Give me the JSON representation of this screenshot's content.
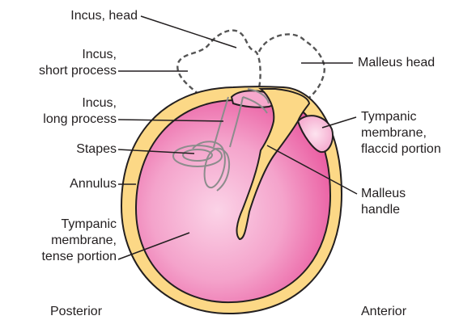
{
  "labels": {
    "incus_head": "Incus, head",
    "incus_short_process": "Incus,\nshort process",
    "incus_long_process": "Incus,\nlong process",
    "stapes": "Stapes",
    "annulus": "Annulus",
    "tympanic_membrane_tense": "Tympanic\nmembrane,\ntense portion",
    "malleus_head": "Malleus head",
    "tympanic_membrane_flaccid": "Tympanic\nmembrane,\nflaccid portion",
    "malleus_handle": "Malleus\nhandle",
    "posterior": "Posterior",
    "anterior": "Anterior"
  },
  "colors": {
    "membrane_pink": "#ec5fa3",
    "membrane_light": "#fbd2e6",
    "annulus_yellow": "#fcd886",
    "outline": "#231f20",
    "ossicle_outline_gray": "#8c8c8c",
    "dashed_outline": "#555555"
  }
}
